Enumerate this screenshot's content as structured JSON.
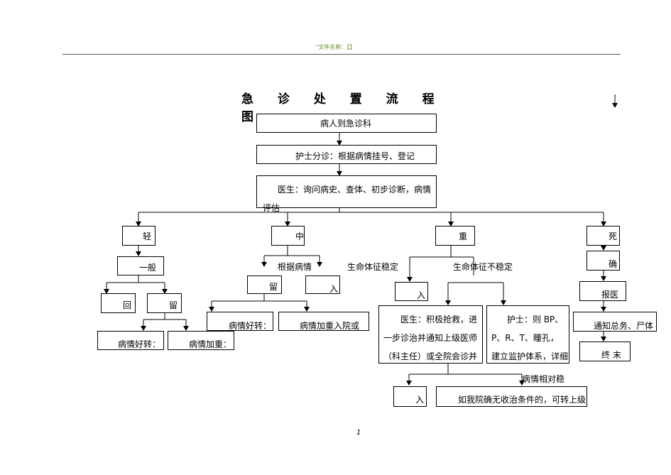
{
  "header": {
    "doc_name": "\"文件名称：【】"
  },
  "title": "急 诊 处 置 流 程 图",
  "page_number": "1",
  "flow": {
    "arrival": "病人到急诊科",
    "triage": "护士分诊：根据病情挂号、登记",
    "doctor_line1": "医生：询问病史、查体、初步诊断，病情",
    "doctor_line2": "评估",
    "mild": "轻",
    "moderate": "中",
    "severe": "重",
    "death": "死",
    "general": "一般",
    "return_home": "回",
    "observe": "留",
    "improved_a": "病情好转：",
    "worse_a": "病情加重：",
    "by_condition": "根据病情",
    "obs_moderate": "留",
    "admit_moderate": "入",
    "improved_b": "病情好转：",
    "worse_admit": "病情加重入院或",
    "vital_stable": "生命体征稳定",
    "vital_unstable": "生命体征不稳定",
    "admit_stable": "入",
    "doc_rescue_1": "医生：积极抢救，进",
    "doc_rescue_2": "一步诊治并通知上级医师",
    "doc_rescue_3": "（科主任）或全院会诊并",
    "nurse_1": "护士：则 BP、",
    "nurse_2": "P、R、T、瞳孔，",
    "nurse_3": "建立监护体系，详细",
    "relatively_stable": "病情相对稳",
    "admit_final": "入",
    "transfer": "如我院确无收治条件的，可转上级",
    "confirm": "确",
    "report": "报医",
    "notify": "通知总务、尸体",
    "end": "终 末"
  }
}
